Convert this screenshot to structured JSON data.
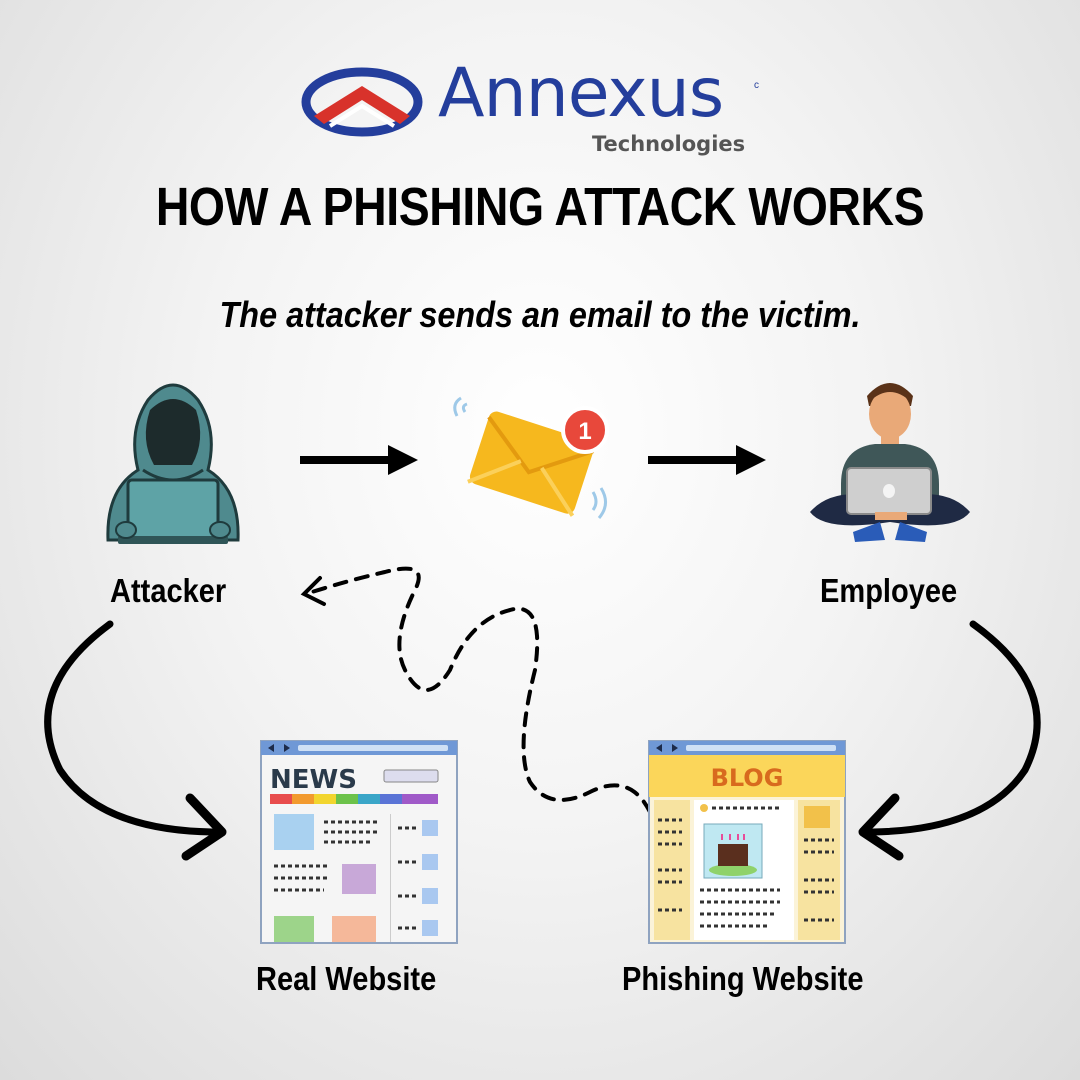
{
  "brand": {
    "name": "Annexus",
    "subtitle": "Technologies",
    "mark": "c"
  },
  "title": "HOW A PHISHING ATTACK WORKS",
  "subtitle": "The attacker sends an email to the victim.",
  "nodes": {
    "attacker": {
      "label": "Attacker",
      "icon": "hooded-hacker-laptop-icon"
    },
    "email": {
      "icon": "envelope-notification-icon",
      "badge": "1"
    },
    "employee": {
      "label": "Employee",
      "icon": "person-laptop-icon"
    },
    "real_website": {
      "label": "Real Website",
      "icon": "news-website-icon",
      "banner": "NEWS"
    },
    "phishing_website": {
      "label": "Phishing Website",
      "icon": "blog-website-icon",
      "banner": "BLOG"
    }
  },
  "colors": {
    "brand_blue": "#243e9c",
    "brand_red": "#d8322b",
    "envelope": "#f6b81e",
    "badge": "#e8483b"
  }
}
